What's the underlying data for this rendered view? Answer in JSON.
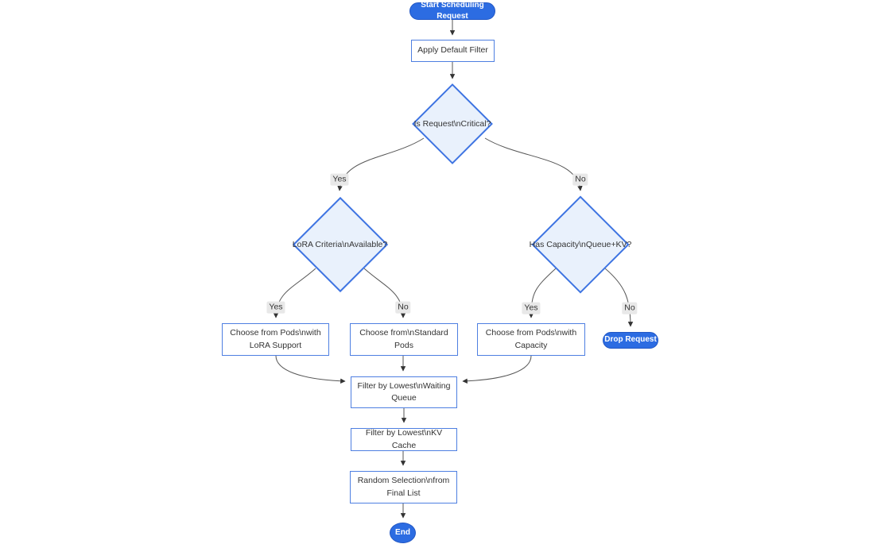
{
  "diagram_type": "flowchart",
  "colors": {
    "accent_blue": "#2c6ce2",
    "decision_fill": "#e9f1fc",
    "decision_border": "#3e74e2",
    "process_border": "#4e7fe1",
    "edge_line": "#555555",
    "edge_label_bg": "#e8e8e8",
    "text": "#333333"
  },
  "nodes": {
    "start": {
      "label": "Start Scheduling Request",
      "shape": "pill"
    },
    "apply_filter": {
      "label": "Apply Default Filter",
      "shape": "rect"
    },
    "is_critical": {
      "label": "Is Request\\nCritical?",
      "shape": "diamond"
    },
    "lora_criteria": {
      "label": "LoRA Criteria\\nAvailable?",
      "shape": "diamond"
    },
    "has_capacity": {
      "label": "Has Capacity\\nQueue+KV?",
      "shape": "diamond"
    },
    "choose_lora_pods": {
      "label": "Choose from Pods\\nwith LoRA Support",
      "shape": "rect"
    },
    "choose_standard_pods": {
      "label": "Choose from\\nStandard Pods",
      "shape": "rect"
    },
    "choose_capacity_pods": {
      "label": "Choose from Pods\\nwith Capacity",
      "shape": "rect"
    },
    "drop_request": {
      "label": "Drop Request",
      "shape": "pill"
    },
    "filter_waiting_queue": {
      "label": "Filter by Lowest\\nWaiting Queue",
      "shape": "rect"
    },
    "filter_kv_cache": {
      "label": "Filter by Lowest\\nKV Cache",
      "shape": "rect"
    },
    "random_selection": {
      "label": "Random Selection\\nfrom Final List",
      "shape": "rect"
    },
    "end": {
      "label": "End",
      "shape": "circle"
    }
  },
  "edges": [
    {
      "from": "start",
      "to": "apply_filter",
      "label": ""
    },
    {
      "from": "apply_filter",
      "to": "is_critical",
      "label": ""
    },
    {
      "from": "is_critical",
      "to": "lora_criteria",
      "label": "Yes"
    },
    {
      "from": "is_critical",
      "to": "has_capacity",
      "label": "No"
    },
    {
      "from": "lora_criteria",
      "to": "choose_lora_pods",
      "label": "Yes"
    },
    {
      "from": "lora_criteria",
      "to": "choose_standard_pods",
      "label": "No"
    },
    {
      "from": "has_capacity",
      "to": "choose_capacity_pods",
      "label": "Yes"
    },
    {
      "from": "has_capacity",
      "to": "drop_request",
      "label": "No"
    },
    {
      "from": "choose_lora_pods",
      "to": "filter_waiting_queue",
      "label": ""
    },
    {
      "from": "choose_standard_pods",
      "to": "filter_waiting_queue",
      "label": ""
    },
    {
      "from": "choose_capacity_pods",
      "to": "filter_waiting_queue",
      "label": ""
    },
    {
      "from": "filter_waiting_queue",
      "to": "filter_kv_cache",
      "label": ""
    },
    {
      "from": "filter_kv_cache",
      "to": "random_selection",
      "label": ""
    },
    {
      "from": "random_selection",
      "to": "end",
      "label": ""
    }
  ]
}
